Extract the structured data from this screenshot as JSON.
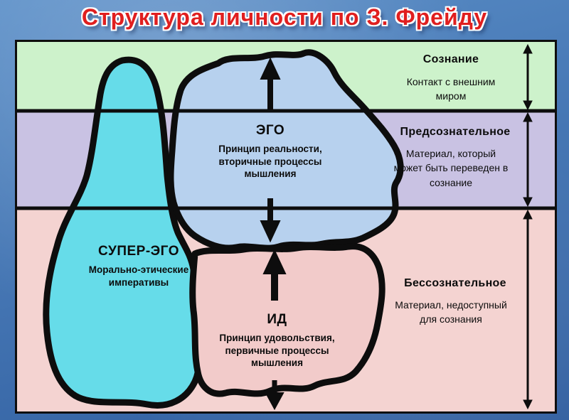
{
  "title": "Структура личности по З. Фрейду",
  "panel": {
    "bands": [
      {
        "id": "conscious",
        "label": "Сознание",
        "desc": "Контакт с внешним миром"
      },
      {
        "id": "preconscious",
        "label": "Предсознательное",
        "desc": "Материал, который может быть переведен в сознание"
      },
      {
        "id": "unconscious",
        "label": "Бессознательное",
        "desc": "Материал, недоступный для сознания"
      }
    ],
    "regions": [
      {
        "id": "ego",
        "label": "ЭГО",
        "desc": "Принцип реальности, вторичные процессы мышления"
      },
      {
        "id": "superego",
        "label": "СУПЕР-ЭГО",
        "desc": "Морально-этические императивы"
      },
      {
        "id": "id",
        "label": "ИД",
        "desc": "Принцип удовольствия, первичные процессы мышления"
      }
    ],
    "icons": [
      "ego-to-conscious-arrow-icon",
      "ego-to-id-arrow-icon",
      "id-to-ego-arrow-icon",
      "id-bottom-arrow-icon",
      "conscious-extent-arrow-icon",
      "preconscious-extent-arrow-icon",
      "unconscious-extent-arrow-icon"
    ]
  },
  "colors": {
    "background_top": "#5b8fc8",
    "background_bottom": "#2e5c9e",
    "title": "#e01f1f",
    "band_conscious": "#cdf2cb",
    "band_preconscious": "#c9c2e3",
    "band_unconscious": "#f4d3d1",
    "region_ego": "#b7d1ee",
    "region_superego": "#66dce9",
    "region_id": "#f2cbca",
    "outline": "#0d0d0d"
  }
}
